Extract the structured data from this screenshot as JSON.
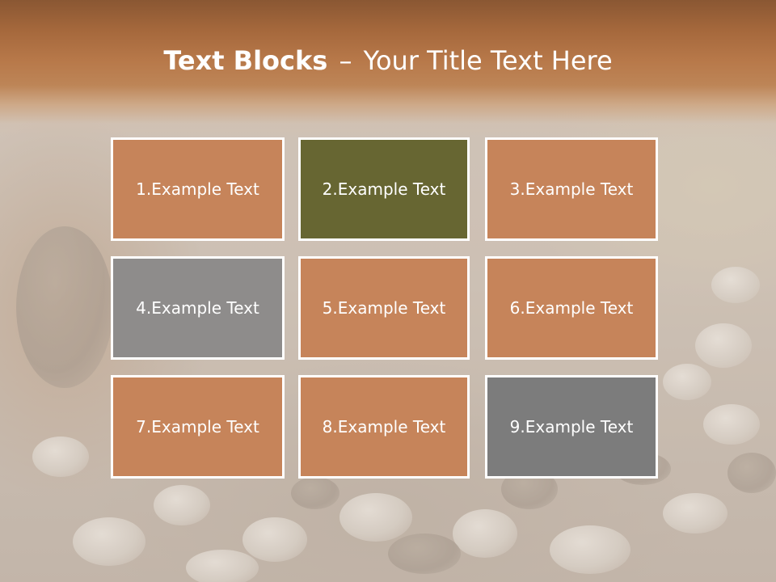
{
  "slide": {
    "title_bold": "Text Blocks",
    "title_separator": "–",
    "title_rest": "Your Title Text Here"
  },
  "blocks": [
    {
      "label": "1.Example Text",
      "color": "#c6845a"
    },
    {
      "label": "2.Example Text",
      "color": "#676632"
    },
    {
      "label": "3.Example Text",
      "color": "#c6845a"
    },
    {
      "label": "4.Example Text",
      "color": "#8e8c8b"
    },
    {
      "label": "5.Example Text",
      "color": "#c6845a"
    },
    {
      "label": "6.Example Text",
      "color": "#c6845a"
    },
    {
      "label": "7.Example Text",
      "color": "#c6845a"
    },
    {
      "label": "8.Example Text",
      "color": "#c6845a"
    },
    {
      "label": "9.Example Text",
      "color": "#7c7c7c"
    }
  ],
  "colors": {
    "title_band": "#a5683c",
    "block_border": "#ffffff",
    "text": "#ffffff"
  }
}
